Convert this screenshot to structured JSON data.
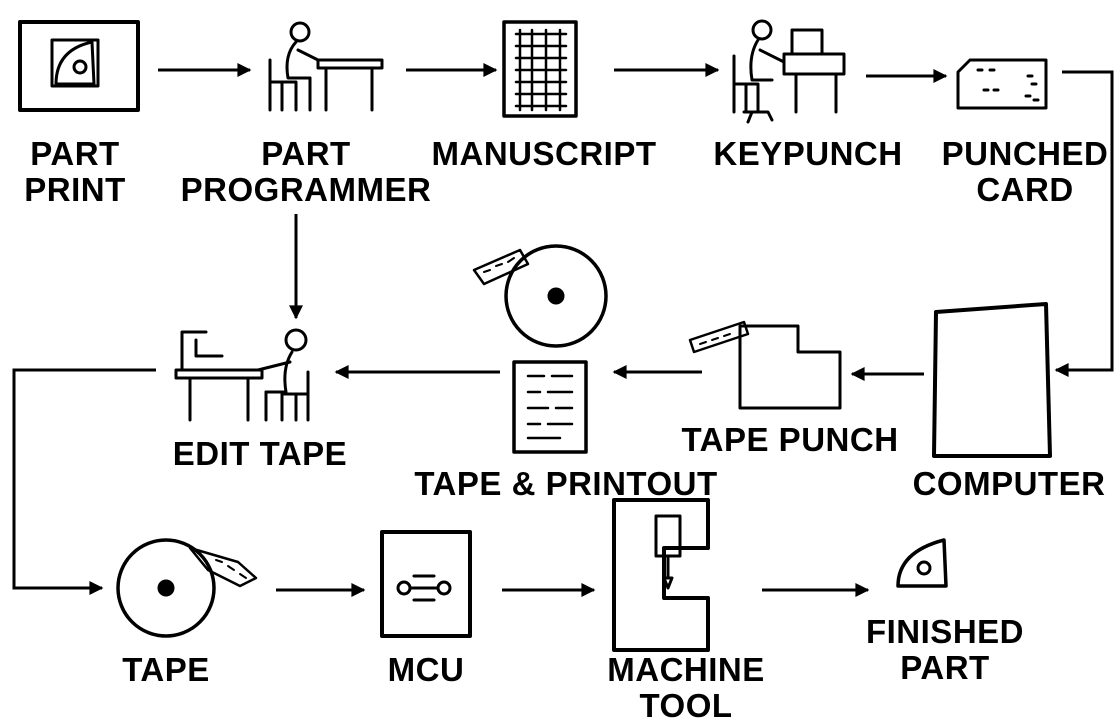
{
  "diagram": {
    "nodes": [
      {
        "id": "part_print",
        "label_lines": [
          "PART",
          "PRINT"
        ]
      },
      {
        "id": "part_programmer",
        "label_lines": [
          "PART",
          "PROGRAMMER"
        ]
      },
      {
        "id": "manuscript",
        "label_lines": [
          "MANUSCRIPT"
        ]
      },
      {
        "id": "keypunch",
        "label_lines": [
          "KEYPUNCH"
        ]
      },
      {
        "id": "punched_card",
        "label_lines": [
          "PUNCHED",
          "CARD"
        ]
      },
      {
        "id": "computer",
        "label_lines": [
          "COMPUTER"
        ]
      },
      {
        "id": "tape_punch",
        "label_lines": [
          "TAPE PUNCH"
        ]
      },
      {
        "id": "tape_printout",
        "label_lines": [
          "TAPE & PRINTOUT"
        ]
      },
      {
        "id": "edit_tape",
        "label_lines": [
          "EDIT TAPE"
        ]
      },
      {
        "id": "tape",
        "label_lines": [
          "TAPE"
        ]
      },
      {
        "id": "mcu",
        "label_lines": [
          "MCU"
        ]
      },
      {
        "id": "machine_tool",
        "label_lines": [
          "MACHINE",
          "TOOL"
        ]
      },
      {
        "id": "finished_part",
        "label_lines": [
          "FINISHED",
          "PART"
        ]
      }
    ],
    "edges": [
      {
        "from": "part_print",
        "to": "part_programmer"
      },
      {
        "from": "part_programmer",
        "to": "manuscript"
      },
      {
        "from": "manuscript",
        "to": "keypunch"
      },
      {
        "from": "keypunch",
        "to": "punched_card"
      },
      {
        "from": "punched_card",
        "to": "computer"
      },
      {
        "from": "computer",
        "to": "tape_punch"
      },
      {
        "from": "tape_punch",
        "to": "tape_printout"
      },
      {
        "from": "tape_printout",
        "to": "edit_tape"
      },
      {
        "from": "part_programmer",
        "to": "edit_tape"
      },
      {
        "from": "edit_tape",
        "to": "tape"
      },
      {
        "from": "tape",
        "to": "mcu"
      },
      {
        "from": "mcu",
        "to": "machine_tool"
      },
      {
        "from": "machine_tool",
        "to": "finished_part"
      }
    ]
  }
}
